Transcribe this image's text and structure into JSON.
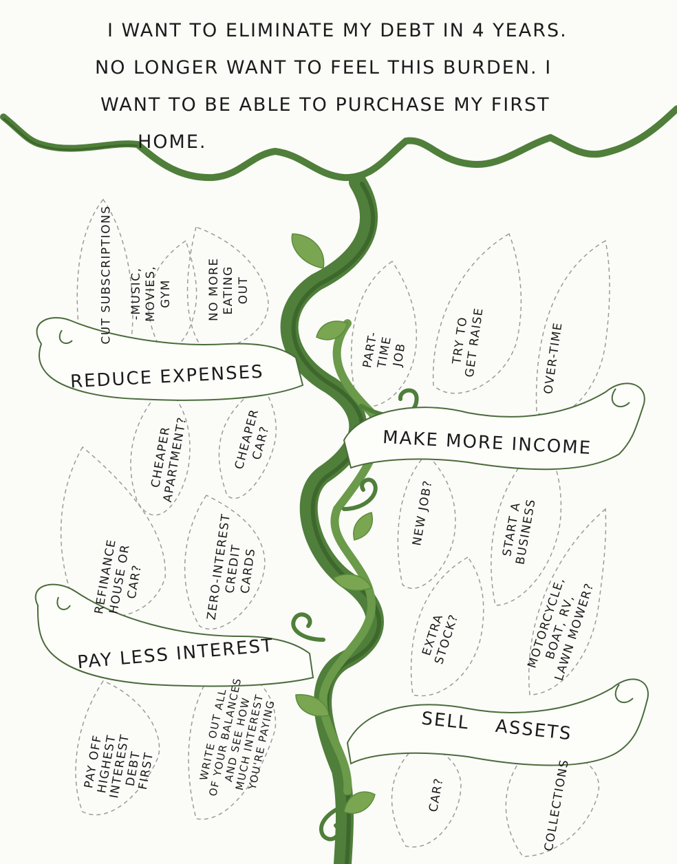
{
  "goal": {
    "lines": [
      "I want to eliminate my debt in 4 years.",
      "No longer want to feel this burden. I",
      "want to be able to purchase my first",
      "home."
    ]
  },
  "branches": [
    {
      "label": "Reduce expenses",
      "leaves": [
        [
          "Cut subscriptions"
        ],
        [
          "-Music,",
          "movies,",
          "gym"
        ],
        [
          "No more",
          "eating",
          "out"
        ],
        [
          "Cheaper",
          "apartment?"
        ],
        [
          "Cheaper",
          "car?"
        ]
      ]
    },
    {
      "label": "Make more income",
      "leaves": [
        [
          "Part-",
          "time",
          "job"
        ],
        [
          "Try to",
          "get raise"
        ],
        [
          "Over-time"
        ],
        [
          "New job?"
        ],
        [
          "Start a",
          "business"
        ]
      ]
    },
    {
      "label": "Pay less interest",
      "leaves": [
        [
          "Refinance",
          "house or",
          "car?"
        ],
        [
          "Zero-interest",
          "credit",
          "cards"
        ],
        [
          "Pay off",
          "highest",
          "interest",
          "debt",
          "first"
        ],
        [
          "Write out all",
          "of your balances",
          "and see how",
          "much interest",
          "you're paying"
        ]
      ]
    },
    {
      "label": "Sell assets",
      "leaves": [
        [
          "Extra",
          "stock?"
        ],
        [
          "Motorcycle,",
          "boat, RV,",
          "lawn mower?"
        ],
        [
          "Car?"
        ],
        [
          "Collections"
        ]
      ]
    }
  ],
  "colors": {
    "stem": "#4f7f3a",
    "stem_dark": "#3d672c",
    "leaf_fill": "#7aa651",
    "cloud_line": "#4f7f3a",
    "banner_line": "#4a6b3a",
    "dashed_leaf": "#9a9a9a",
    "ink": "#1b1b1b"
  }
}
